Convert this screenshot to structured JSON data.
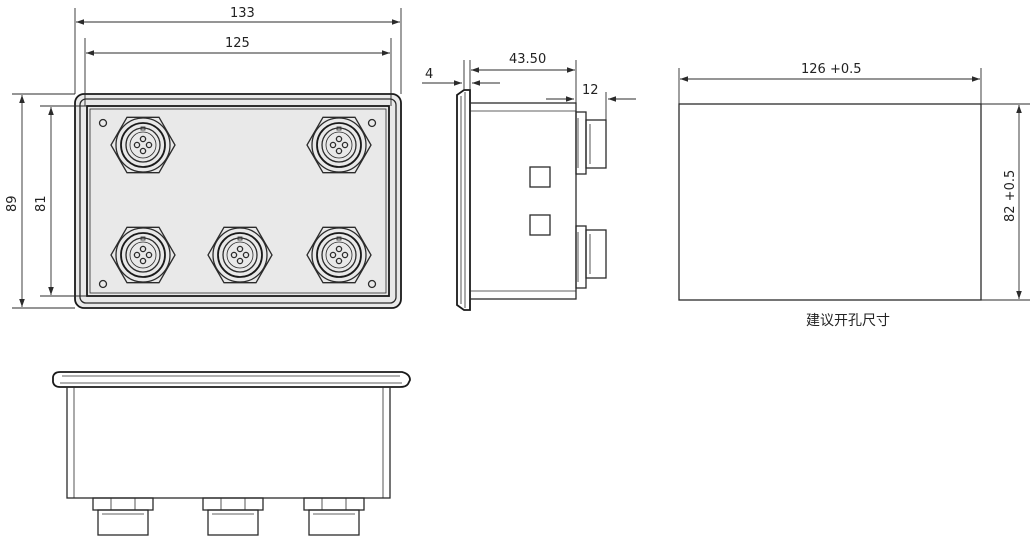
{
  "dimensions": {
    "front_outer_width": "133",
    "front_inner_width": "125",
    "front_outer_height": "89",
    "front_inner_height": "81",
    "side_bezel_thickness": "4",
    "side_depth": "43.50",
    "side_connector_length": "12",
    "cutout_width": "126 +0.5",
    "cutout_height": "82 +0.5"
  },
  "labels": {
    "cutout_caption": "建议开孔尺寸"
  },
  "connectors": {
    "front_count": 5,
    "side_count": 2,
    "bottom_count": 3
  },
  "colors": {
    "line": "#2b2b2b",
    "panel_fill": "#e9e9e9",
    "background": "#ffffff"
  }
}
